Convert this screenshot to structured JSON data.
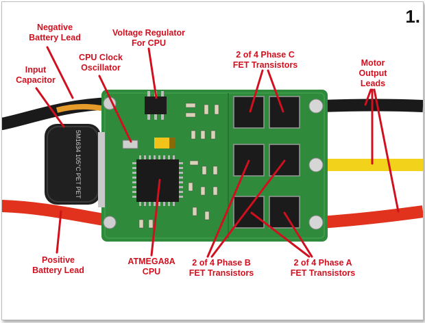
{
  "figure_number": "1.",
  "labels": {
    "negative_battery_lead": "Negative\nBattery Lead",
    "voltage_regulator": "Voltage Regulator\nFor CPU",
    "cpu_clock": "CPU Clock\nOscillator",
    "input_capacitor": "Input\nCapacitor",
    "phase_c": "2 of 4 Phase C\nFET Transistors",
    "motor_output": "Motor\nOutput\nLeads",
    "positive_battery_lead": "Positive\nBattery Lead",
    "atmega": "ATMEGA8A\nCPU",
    "phase_b": "2 of 4 Phase B\nFET Transistors",
    "phase_a": "2 of 4 Phase A\nFET Transistors"
  },
  "colors": {
    "label_red": "#d0101f",
    "pcb_green": "#2f8a3c",
    "wire_black": "#1a1a1a",
    "wire_yellow": "#f2d21a",
    "wire_red": "#e0321c"
  },
  "capacitor_text": "5M1634  105°C  PET  PET"
}
